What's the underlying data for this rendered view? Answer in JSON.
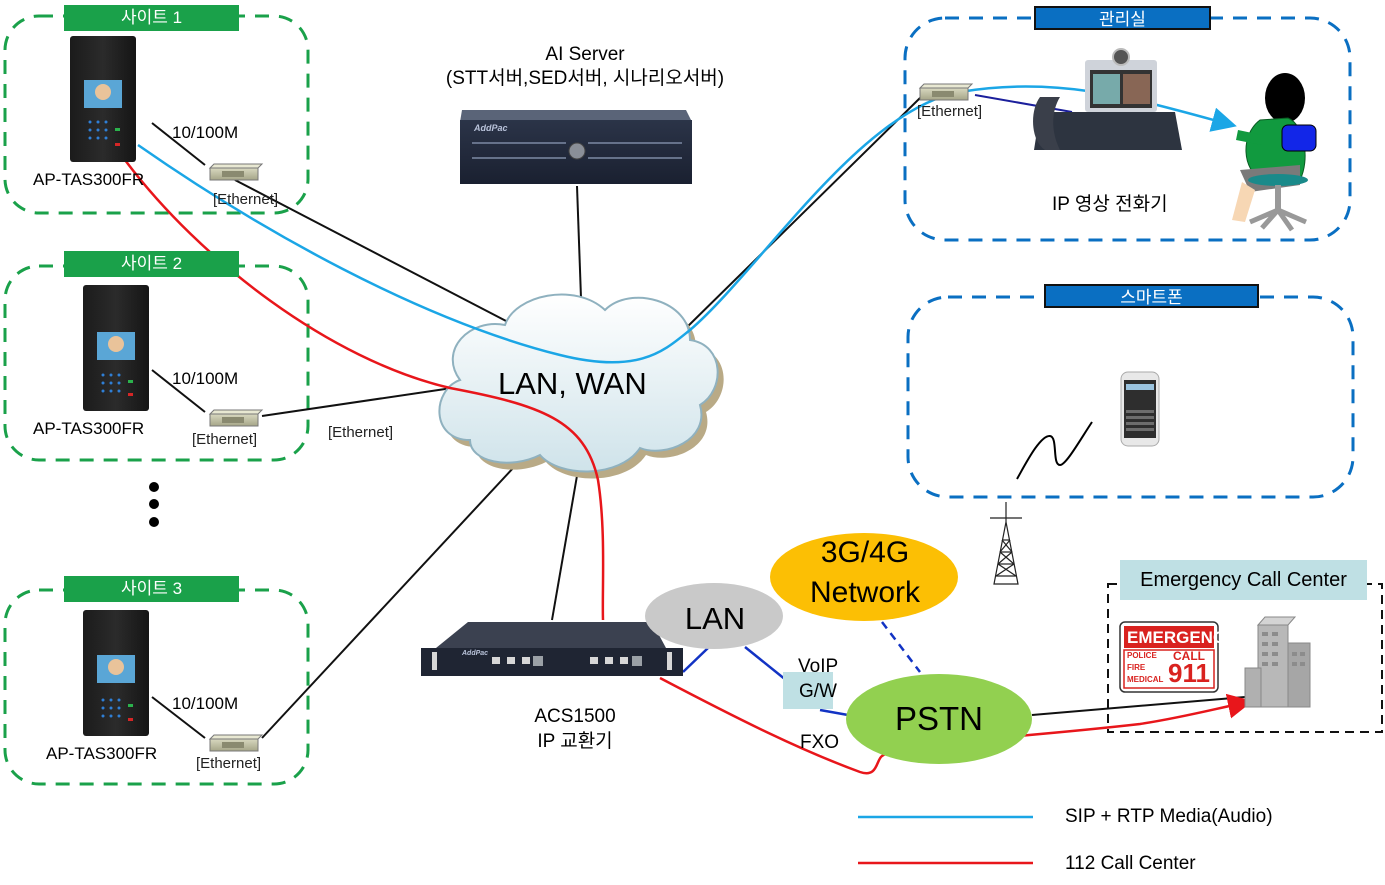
{
  "sites": [
    {
      "title": "사이트 1",
      "device": "AP-TAS300FR",
      "speed": "10/100M",
      "switch_label": "[Ethernet]"
    },
    {
      "title": "사이트 2",
      "device": "AP-TAS300FR",
      "speed": "10/100M",
      "switch_label": "[Ethernet]"
    },
    {
      "title": "사이트 3",
      "device": "AP-TAS300FR",
      "speed": "10/100M",
      "switch_label": "[Ethernet]"
    }
  ],
  "ellipsis": "⋮",
  "ai_server": {
    "title": "AI Server",
    "subtitle": "(STT서버,SED서버, 시나리오서버)",
    "brand": "AddPac"
  },
  "cloud": {
    "label": "LAN, WAN"
  },
  "link_labels": {
    "ethernet_mid": "[Ethernet]"
  },
  "management": {
    "title": "관리실",
    "switch_label": "[Ethernet]",
    "phone_label": "IP 영상 전화기"
  },
  "smartphone": {
    "title": "스마트폰"
  },
  "ip_pbx": {
    "model": "ACS1500",
    "desc": "IP  교환기",
    "brand": "AddPac"
  },
  "networks": {
    "lan": "LAN",
    "mobile_line1": "3G/4G",
    "mobile_line2": "Network",
    "pstn": "PSTN",
    "voip_gw_line1": "VoIP",
    "voip_gw_line2": "G/W",
    "fxo": "FXO"
  },
  "emergency": {
    "title": "Emergency Call Center",
    "sign_header": "EMERGENCY",
    "sign_lines": [
      "POLICE",
      "FIRE",
      "MEDICAL"
    ],
    "sign_call": "CALL",
    "sign_number": "911"
  },
  "legend": [
    {
      "label": "SIP  + RTP Media(Audio)",
      "color": "#1ba6e6"
    },
    {
      "label": "112 Call Center",
      "color": "#e8161b"
    }
  ],
  "colors": {
    "site_green": "#1aa14a",
    "blue_box": "#0a6fc2",
    "sip_line": "#1ba6e6",
    "call_line": "#e8161b",
    "lan_gray": "#c9c9c9",
    "mobile_orange": "#fcbf04",
    "pstn_green": "#92d050",
    "ecc_title_bg": "#bfe0e4"
  }
}
